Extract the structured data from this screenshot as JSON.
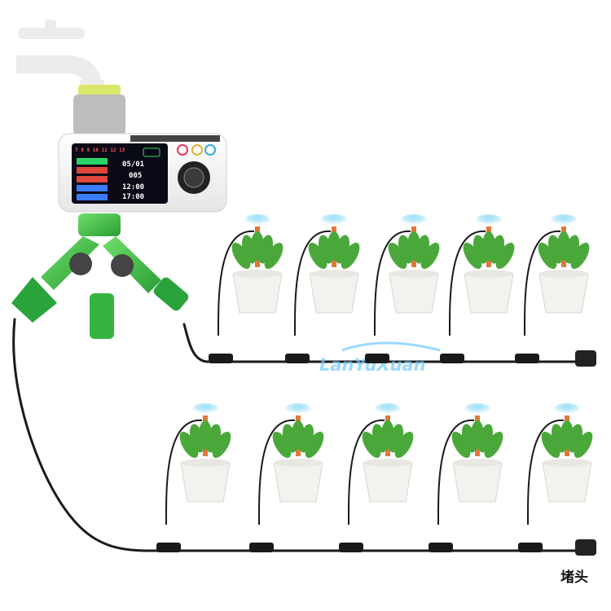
{
  "watermark": {
    "text": "LanYuXuan"
  },
  "timer_screen": {
    "header": "7 8 9 10 11 12 13",
    "menu_items": [
      "",
      "",
      "",
      "",
      ""
    ],
    "values": [
      "05/01",
      "005",
      "12:00",
      "17:00"
    ]
  },
  "end_cap_label": "堵头",
  "colors": {
    "hose": "#1a1a1a",
    "splitter_green": "#3fbf3f",
    "mist": "#5fc8ea",
    "pot": "#f2f2ee",
    "timer_body": "#ffffff",
    "connector_nut": "#d9e86a"
  },
  "rows": [
    {
      "pots": 5
    },
    {
      "pots": 5
    }
  ]
}
